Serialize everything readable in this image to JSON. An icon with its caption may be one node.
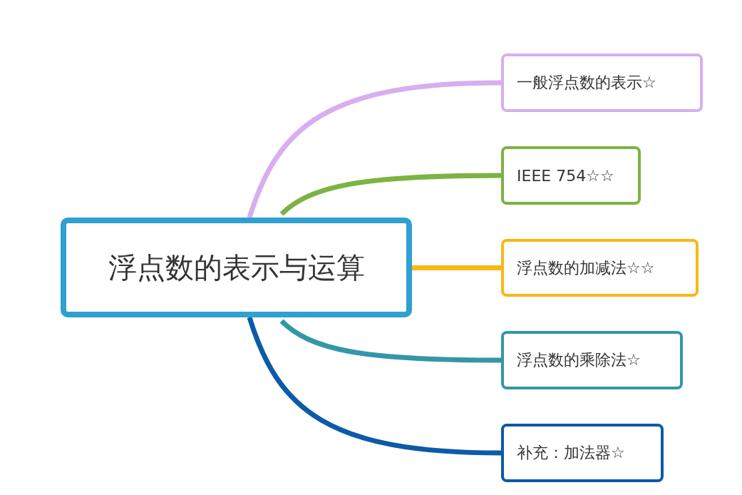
{
  "diagram": {
    "nodes": [
      {
        "text": [
          "浮点数的表示与运算"
        ]
      },
      {
        "text": [
          "一般浮点数的表示☆"
        ]
      },
      {
        "text": [
          "IEEE 754☆☆"
        ]
      },
      {
        "text": [
          "浮点数的加减法☆☆"
        ]
      },
      {
        "text": [
          "浮点数的乘除法☆"
        ]
      },
      {
        "text": [
          "补充：加法器☆"
        ]
      }
    ],
    "edges": [
      {
        "from": 0,
        "to": 1,
        "arrow": "none",
        "color": "#d8aef0"
      },
      {
        "from": 0,
        "to": 2,
        "arrow": "none",
        "color": "#7cb342"
      },
      {
        "from": 0,
        "to": 3,
        "arrow": "none",
        "color": "#f8b814"
      },
      {
        "from": 0,
        "to": 4,
        "arrow": "none",
        "color": "#3397a8"
      },
      {
        "from": 0,
        "to": 5,
        "arrow": "none",
        "color": "#0d5aa8"
      }
    ]
  }
}
